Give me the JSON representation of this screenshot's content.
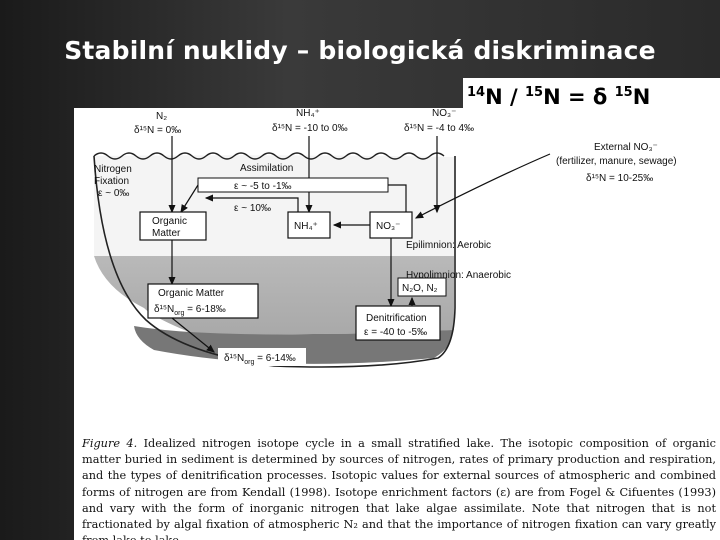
{
  "slide": {
    "title": "Stabilní nuklidy – biologická diskriminace",
    "subtitle_parts": [
      "14",
      "N / ",
      "15",
      "N = δ ",
      "15",
      "N"
    ]
  },
  "diagram": {
    "top_sources": {
      "n2": {
        "name": "N₂",
        "value": "δ¹⁵N = 0‰"
      },
      "nh4": {
        "name": "NH₄⁺",
        "value": "δ¹⁵N = -10 to 0‰"
      },
      "no3": {
        "name": "NO₃⁻",
        "value": "δ¹⁵N = -4 to 4‰"
      }
    },
    "nitrogen_fixation": {
      "line1": "Nitrogen",
      "line2": "Fixation",
      "line3": "ε ~ 0‰"
    },
    "assimilation": {
      "label": "Assimilation",
      "eps1": "ε ~ -5 to -1‰",
      "eps2": "ε ~ 10‰"
    },
    "boxes": {
      "organic_matter": {
        "line1": "Organic",
        "line2": "Matter"
      },
      "nh4": "NH₄⁺",
      "no3": "NO₃⁻"
    },
    "external_no3": {
      "line1": "External NO₃⁻",
      "line2": "(fertilizer, manure, sewage)",
      "line3": "δ¹⁵N = 10-25‰"
    },
    "epilimnion": "Epilimnion: Aerobic",
    "hypolimnion": "Hypolimnion: Anaerobic",
    "n2o_n2": "N₂O, N₂",
    "organic_matter_lower": {
      "line1": "Organic Matter",
      "line2": "δ¹⁵N",
      "sub": "org",
      "line2_rest": " = 6-18‰"
    },
    "denitrification": {
      "line1": "Denitrification",
      "line2": "ε = -40 to -5‰"
    },
    "sediment": {
      "prefix": "δ¹⁵N",
      "sub": "org",
      "rest": " = 6-14‰"
    }
  },
  "caption": {
    "label": "Figure 4.",
    "text": "Idealized nitrogen isotope cycle in a small stratified lake. The isotopic composition of organic matter buried in sediment is determined by sources of nitrogen, rates of primary production and respiration, and the types of denitrification processes. Isotopic values for external sources of atmospheric and combined forms of nitrogen are from Kendall (1998). Isotope enrichment factors (ε) are from Fogel & Cifuentes (1993) and vary with the form of inorganic nitrogen that lake algae assimilate. Note that nitrogen that is not fractionated by algal fixation of atmospheric N₂ and that the importance of nitrogen fixation can vary greatly from lake to lake."
  }
}
